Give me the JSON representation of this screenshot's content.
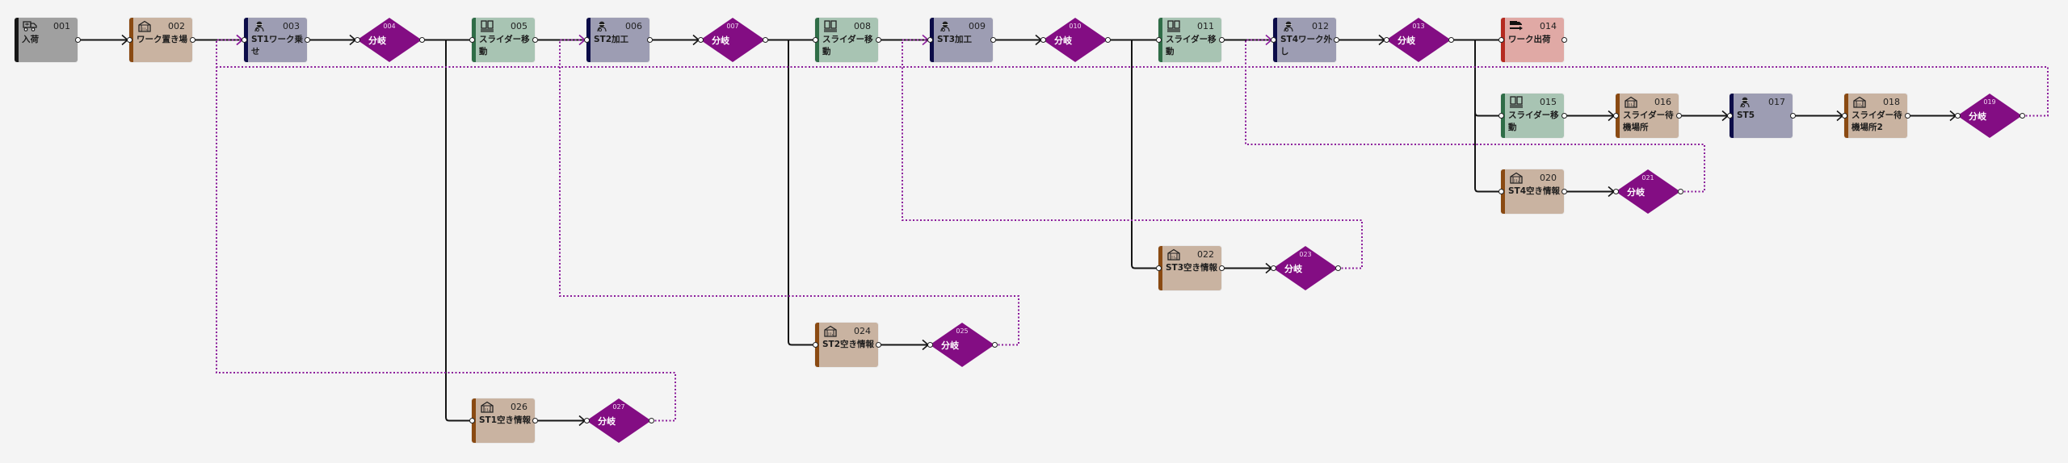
{
  "diagram": {
    "colors": {
      "background": "#f4f4f4",
      "branch": "#830d83",
      "loop_edge": "#8a1a9a",
      "edge": "#151515"
    },
    "nodes": [
      {
        "id": "001",
        "label": "入荷",
        "kind": "receiving",
        "icon": "truck-icon"
      },
      {
        "id": "002",
        "label": "ワーク置き場",
        "kind": "storage",
        "icon": "warehouse-icon"
      },
      {
        "id": "003",
        "label": "ST1ワーク乗せ",
        "kind": "worker",
        "icon": "worker-icon"
      },
      {
        "id": "004",
        "label": "分岐",
        "kind": "branch"
      },
      {
        "id": "005",
        "label": "スライダー移動",
        "kind": "slider",
        "icon": "slider-icon"
      },
      {
        "id": "006",
        "label": "ST2加工",
        "kind": "worker",
        "icon": "worker-icon"
      },
      {
        "id": "007",
        "label": "分岐",
        "kind": "branch"
      },
      {
        "id": "008",
        "label": "スライダー移動",
        "kind": "slider",
        "icon": "slider-icon"
      },
      {
        "id": "009",
        "label": "ST3加工",
        "kind": "worker",
        "icon": "worker-icon"
      },
      {
        "id": "010",
        "label": "分岐",
        "kind": "branch"
      },
      {
        "id": "011",
        "label": "スライダー移動",
        "kind": "slider",
        "icon": "slider-icon"
      },
      {
        "id": "012",
        "label": "ST4ワーク外し",
        "kind": "worker",
        "icon": "worker-icon"
      },
      {
        "id": "013",
        "label": "分岐",
        "kind": "branch"
      },
      {
        "id": "014",
        "label": "ワーク出荷",
        "kind": "shipping",
        "icon": "shipping-truck-icon"
      },
      {
        "id": "015",
        "label": "スライダー移動",
        "kind": "slider",
        "icon": "slider-icon"
      },
      {
        "id": "016",
        "label": "スライダー待機場所",
        "kind": "storage",
        "icon": "warehouse-icon"
      },
      {
        "id": "017",
        "label": "ST5",
        "kind": "worker",
        "icon": "worker-icon"
      },
      {
        "id": "018",
        "label": "スライダー待機場所2",
        "kind": "storage",
        "icon": "warehouse-icon"
      },
      {
        "id": "019",
        "label": "分岐",
        "kind": "branch"
      },
      {
        "id": "020",
        "label": "ST4空き情報",
        "kind": "storage",
        "icon": "warehouse-icon"
      },
      {
        "id": "021",
        "label": "分岐",
        "kind": "branch"
      },
      {
        "id": "022",
        "label": "ST3空き情報",
        "kind": "storage",
        "icon": "warehouse-icon"
      },
      {
        "id": "023",
        "label": "分岐",
        "kind": "branch"
      },
      {
        "id": "024",
        "label": "ST2空き情報",
        "kind": "storage",
        "icon": "warehouse-icon"
      },
      {
        "id": "025",
        "label": "分岐",
        "kind": "branch"
      },
      {
        "id": "026",
        "label": "ST1空き情報",
        "kind": "storage",
        "icon": "warehouse-icon"
      },
      {
        "id": "027",
        "label": "分岐",
        "kind": "branch"
      }
    ],
    "edges": [
      {
        "from": "001",
        "to": "002",
        "style": "solid",
        "arrow": true
      },
      {
        "from": "002",
        "to": "003",
        "style": "solid",
        "arrow": false
      },
      {
        "from": "003",
        "to": "004",
        "style": "solid",
        "arrow": true
      },
      {
        "from": "004",
        "to": "005",
        "style": "solid",
        "arrow": false
      },
      {
        "from": "004",
        "to": "026",
        "style": "solid",
        "arrow": false
      },
      {
        "from": "005",
        "to": "006",
        "style": "solid",
        "arrow": false
      },
      {
        "from": "006",
        "to": "007",
        "style": "solid",
        "arrow": true
      },
      {
        "from": "007",
        "to": "008",
        "style": "solid",
        "arrow": false
      },
      {
        "from": "007",
        "to": "024",
        "style": "solid",
        "arrow": false
      },
      {
        "from": "008",
        "to": "009",
        "style": "solid",
        "arrow": false
      },
      {
        "from": "009",
        "to": "010",
        "style": "solid",
        "arrow": true
      },
      {
        "from": "010",
        "to": "011",
        "style": "solid",
        "arrow": false
      },
      {
        "from": "010",
        "to": "022",
        "style": "solid",
        "arrow": false
      },
      {
        "from": "011",
        "to": "012",
        "style": "solid",
        "arrow": false
      },
      {
        "from": "012",
        "to": "013",
        "style": "solid",
        "arrow": true
      },
      {
        "from": "013",
        "to": "014",
        "style": "solid",
        "arrow": false
      },
      {
        "from": "013",
        "to": "015",
        "style": "solid",
        "arrow": false
      },
      {
        "from": "013",
        "to": "020",
        "style": "solid",
        "arrow": false
      },
      {
        "from": "015",
        "to": "016",
        "style": "solid",
        "arrow": true
      },
      {
        "from": "016",
        "to": "017",
        "style": "solid",
        "arrow": true
      },
      {
        "from": "017",
        "to": "018",
        "style": "solid",
        "arrow": true
      },
      {
        "from": "018",
        "to": "019",
        "style": "solid",
        "arrow": true
      },
      {
        "from": "020",
        "to": "021",
        "style": "solid",
        "arrow": true
      },
      {
        "from": "022",
        "to": "023",
        "style": "solid",
        "arrow": true
      },
      {
        "from": "024",
        "to": "025",
        "style": "solid",
        "arrow": true
      },
      {
        "from": "026",
        "to": "027",
        "style": "solid",
        "arrow": true
      },
      {
        "from": "019",
        "to": "003",
        "style": "dotted",
        "arrow": true
      },
      {
        "from": "027",
        "to": "003",
        "style": "dotted",
        "arrow": true
      },
      {
        "from": "025",
        "to": "006",
        "style": "dotted",
        "arrow": true
      },
      {
        "from": "023",
        "to": "009",
        "style": "dotted",
        "arrow": true
      },
      {
        "from": "021",
        "to": "012",
        "style": "dotted",
        "arrow": true
      }
    ]
  }
}
